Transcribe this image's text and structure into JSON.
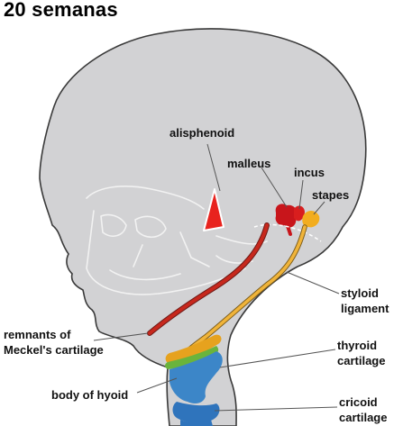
{
  "heading": "20 semanas",
  "labels": {
    "alisphenoid": "alisphenoid",
    "malleus": "malleus",
    "incus": "incus",
    "stapes": "stapes",
    "styloid_1": "styloid",
    "styloid_2": "ligament",
    "meckel_1": "remnants of",
    "meckel_2": "Meckel's cartilage",
    "thyroid_1": "thyroid",
    "thyroid_2": "cartilage",
    "hyoid": "body of hyoid",
    "cricoid_1": "cricoid",
    "cricoid_2": "cartilage"
  },
  "colors": {
    "head_fill": "#d2d2d4",
    "head_outline": "#3a3a3a",
    "skull_lines": "#f2f2f2",
    "alisphenoid": "#e8231e",
    "malleus": "#c8151b",
    "incus": "#d91e1e",
    "stapes": "#f2ad1f",
    "meckel": "#c7281d",
    "styloid": "#f0b43a",
    "hyoid": "#e6a21e",
    "hyoid_green": "#6ab43c",
    "thyroid": "#3c86c8",
    "cricoid": "#2f74bc"
  }
}
